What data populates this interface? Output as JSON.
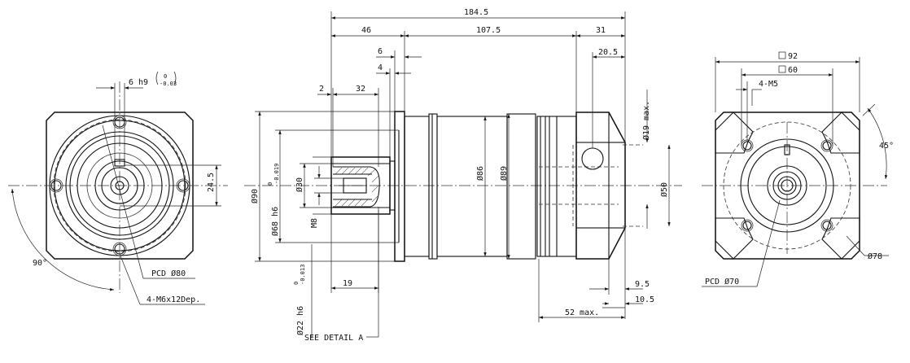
{
  "front_view": {
    "key_width": "6 h9",
    "key_tol_upper": "0",
    "key_tol_lower": "-0.03",
    "key_height": "24.5",
    "angle": "90°",
    "pcd": "PCD Ø80",
    "threads": "4-M6x12Dep."
  },
  "side_view": {
    "overall_length": "184.5",
    "len_46": "46",
    "len_107_5": "107.5",
    "len_31": "31",
    "len_20_5": "20.5",
    "len_6": "6",
    "len_4": "4",
    "len_2": "2",
    "len_32": "32",
    "dia_90": "Ø90",
    "dia_68": "Ø68 h6",
    "dia_68_tol_upper": "0",
    "dia_68_tol_lower": "-0.019",
    "dia_30": "Ø30",
    "thread_m8": "M8",
    "dia_86": "Ø86",
    "dia_89": "Ø89",
    "dia_19": "Ø19 max.",
    "dia_50": "Ø50",
    "dia_22": "Ø22 h6",
    "dia_22_tol_upper": "0",
    "dia_22_tol_lower": "-0.013",
    "len_19": "19",
    "len_9_5": "9.5",
    "len_10_5": "10.5",
    "len_52": "52 max.",
    "detail": "SEE DETAIL A"
  },
  "end_view": {
    "sq_92": "92",
    "sq_60": "60",
    "threads": "4-M5",
    "angle": "45°",
    "dia_78": "Ø78",
    "pcd": "PCD Ø70"
  }
}
